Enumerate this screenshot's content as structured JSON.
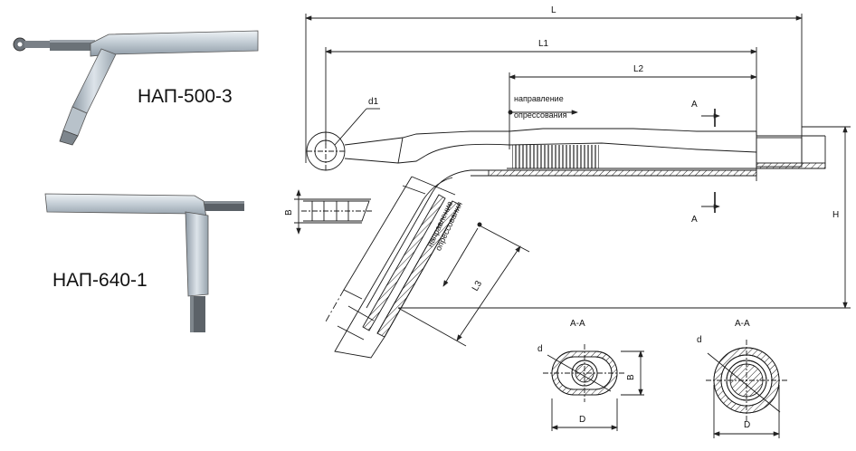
{
  "photos": {
    "top_caption": "НАП-500-3",
    "bottom_caption": "НАП-640-1"
  },
  "drawing": {
    "dim_L": "L",
    "dim_L1": "L1",
    "dim_L2": "L2",
    "dim_L3": "L3",
    "dim_H": "H",
    "dim_B": "B",
    "dim_d1": "d1",
    "section_mark": "A",
    "press_label_line1": "направление",
    "press_label_line2": "опрессования",
    "section_left_title": "A-A",
    "section_right_title": "A-A",
    "dim_d": "d",
    "dim_D": "D"
  },
  "colors": {
    "line": "#1a1a1a",
    "aluminium": "#b9c3cc",
    "steel": "#555b60"
  }
}
